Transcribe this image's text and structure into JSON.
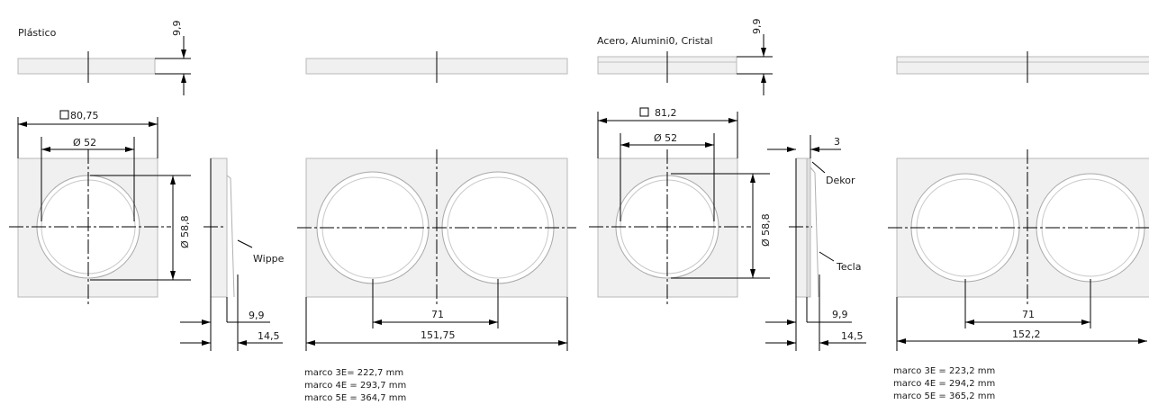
{
  "materials": {
    "plastic": "Plástico",
    "metal": "Acero, Alumini0, Cristal"
  },
  "dims": {
    "p_thickness": "9,9",
    "p_frame": "80,75",
    "p_dia": "Ø 52",
    "p_height": "Ø 58,8",
    "p_side_a": "9,9",
    "p_side_b": "14,5",
    "p_pitch": "71",
    "p_width": "151,75",
    "m_thickness": "9,9",
    "m_frame": "81,2",
    "m_dia": "Ø 52",
    "m_height": "Ø 58,8",
    "m_decor_thk": "3",
    "m_side_a": "9,9",
    "m_side_b": "14,5",
    "m_pitch": "71",
    "m_width": "152,2"
  },
  "labels": {
    "wippe": "Wippe",
    "dekor": "Dekor",
    "tecla": "Tecla"
  },
  "notes_plastic": [
    "marco 3E= 222,7 mm",
    "marco 4E = 293,7 mm",
    "marco 5E = 364,7 mm"
  ],
  "notes_metal": [
    "marco 3E = 223,2 mm",
    "marco 4E = 294,2 mm",
    "marco 5E = 365,2 mm"
  ]
}
